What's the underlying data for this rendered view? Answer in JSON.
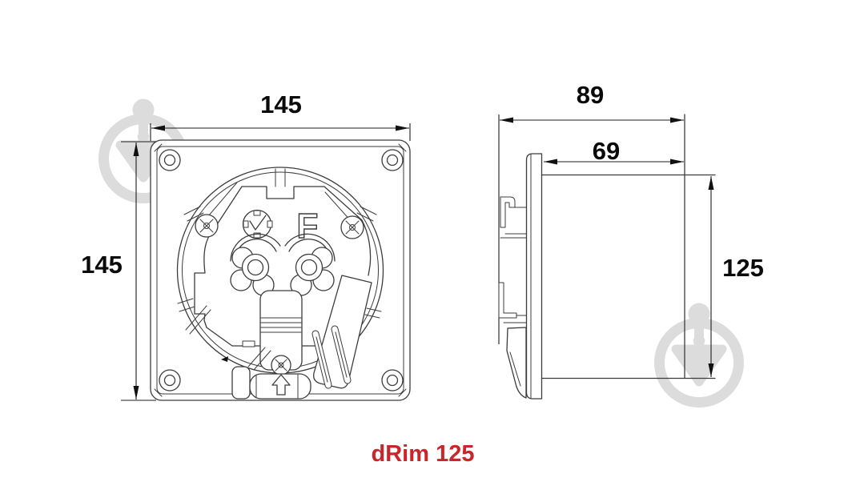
{
  "product": {
    "name": "dRim 125"
  },
  "views": {
    "front": {
      "width_label": "145",
      "height_label": "145",
      "marking_letter": "F"
    },
    "side": {
      "depth_label": "89",
      "duct_depth_label": "69",
      "duct_height_label": "125"
    }
  },
  "colors": {
    "line": "#3c3c3c",
    "dimension_text": "#0a0a0a",
    "accent_red": "#c9252b",
    "watermark_gray": "#dcdcdc",
    "background": "#ffffff"
  },
  "icons": {
    "watermark": "brand-pin-logo",
    "terminal_arrow": "arrow-up-icon"
  }
}
